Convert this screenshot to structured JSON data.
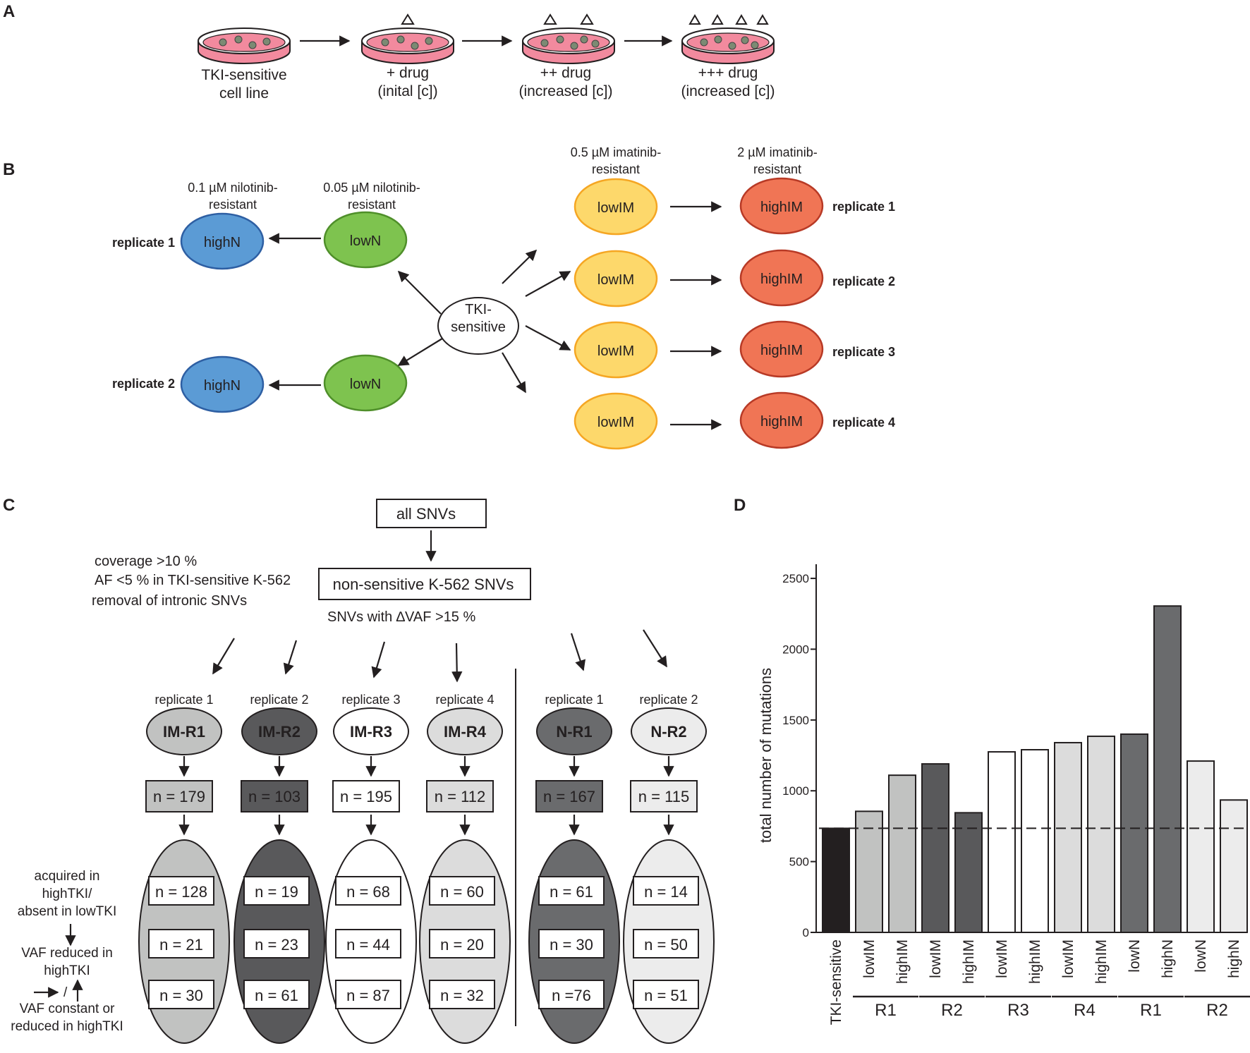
{
  "panels": {
    "a": "A",
    "b": "B",
    "c": "C",
    "d": "D"
  },
  "panel_a": {
    "steps": [
      {
        "line1": "TKI-sensitive",
        "line2": "cell line"
      },
      {
        "line1": "+ drug",
        "line2": "(inital [c])"
      },
      {
        "line1": "++ drug",
        "line2": "(increased [c])"
      },
      {
        "line1": "+++ drug",
        "line2": "(increased [c])"
      }
    ],
    "colors": {
      "dish_fill": "#f28a9e",
      "cell_fill": "#7c8a73"
    }
  },
  "panel_b": {
    "center": {
      "line1": "TKI-",
      "line2": "sensitive"
    },
    "nilotinib": {
      "high_header": {
        "line1": "0.1 µM nilotinib-",
        "line2": "resistant"
      },
      "low_header": {
        "line1": "0.05 µM nilotinib-",
        "line2": "resistant"
      },
      "rows": [
        {
          "replicate": "replicate 1",
          "high": "highN",
          "low": "lowN"
        },
        {
          "replicate": "replicate 2",
          "high": "highN",
          "low": "lowN"
        }
      ]
    },
    "imatinib": {
      "low_header": {
        "line1": "0.5 µM imatinib-",
        "line2": "resistant"
      },
      "high_header": {
        "line1": "2 µM imatinib-",
        "line2": "resistant"
      },
      "rows": [
        {
          "replicate": "replicate 1",
          "low": "lowIM",
          "high": "highIM"
        },
        {
          "replicate": "replicate 2",
          "low": "lowIM",
          "high": "highIM"
        },
        {
          "replicate": "replicate 3",
          "low": "lowIM",
          "high": "highIM"
        },
        {
          "replicate": "replicate 4",
          "low": "lowIM",
          "high": "highIM"
        }
      ]
    },
    "colors": {
      "highN": "#5b9bd5",
      "lowN": "#7ec34f",
      "lowIM": "#fdd86b",
      "highIM": "#f07555"
    }
  },
  "panel_c": {
    "top_box": "all SNVs",
    "filter_box": "non-sensitive K-562 SNVs",
    "filters": [
      "coverage >10 %",
      "AF <5 % in TKI-sensitive K-562",
      "removal of intronic SNVs"
    ],
    "delta_filter": "SNVs with ∆VAF >15 %",
    "columns": [
      {
        "replicate": "replicate 1",
        "name": "IM-R1",
        "total": "n = 179",
        "acquired": "n = 128",
        "reduced": "n =  21",
        "constant": "n = 30",
        "fill": "#c1c2c1",
        "box_fill": "#c1c2c1",
        "text": "#231f20"
      },
      {
        "replicate": "replicate 2",
        "name": "IM-R2",
        "total": "n = 103",
        "acquired": "n = 19",
        "reduced": "n = 23",
        "constant": "n = 61",
        "fill": "#59595b",
        "box_fill": "#59595b",
        "text": "#231f20"
      },
      {
        "replicate": "replicate 3",
        "name": "IM-R3",
        "total": "n = 195",
        "acquired": "n = 68",
        "reduced": "n = 44",
        "constant": "n = 87",
        "fill": "#ffffff",
        "box_fill": "#ffffff",
        "text": "#231f20"
      },
      {
        "replicate": "replicate 4",
        "name": "IM-R4",
        "total": "n = 112",
        "acquired": "n = 60",
        "reduced": "n = 20",
        "constant": "n = 32",
        "fill": "#dcdcdc",
        "box_fill": "#dcdcdc",
        "text": "#231f20"
      },
      {
        "replicate": "replicate 1",
        "name": "N-R1",
        "total": "n = 167",
        "acquired": "n = 61",
        "reduced": "n = 30",
        "constant": "n =76",
        "fill": "#6a6b6d",
        "box_fill": "#6a6b6d",
        "text": "#231f20"
      },
      {
        "replicate": "replicate 2",
        "name": "N-R2",
        "total": "n = 115",
        "acquired": "n = 14",
        "reduced": "n = 50",
        "constant": "n = 51",
        "fill": "#ececec",
        "box_fill": "#ececec",
        "text": "#231f20"
      }
    ],
    "legend": {
      "acquired": [
        "acquired in",
        "highTKI/",
        "absent in lowTKI"
      ],
      "reduced": [
        "VAF reduced in",
        "highTKI"
      ],
      "constant": [
        "VAF constant or",
        "reduced in highTKI"
      ],
      "slash": "/"
    }
  },
  "chart_data": {
    "type": "bar",
    "ylabel": "total number of mutations",
    "ylim": [
      0,
      2600
    ],
    "yticks": [
      0,
      500,
      1000,
      1500,
      2000,
      2500
    ],
    "reference_line": 735,
    "categories": [
      "TKI-sensitive",
      "lowIM",
      "highIM",
      "lowIM",
      "highIM",
      "lowIM",
      "highIM",
      "lowIM",
      "highIM",
      "lowN",
      "highN",
      "lowN",
      "highN"
    ],
    "values": [
      735,
      855,
      1110,
      1190,
      845,
      1275,
      1290,
      1340,
      1385,
      1400,
      2305,
      1210,
      935
    ],
    "colors": [
      "#231f20",
      "#c1c2c1",
      "#c1c2c1",
      "#59595b",
      "#59595b",
      "#ffffff",
      "#ffffff",
      "#dcdcdc",
      "#dcdcdc",
      "#6a6b6d",
      "#6a6b6d",
      "#ececec",
      "#ececec"
    ],
    "groups": [
      "R1",
      "R2",
      "R3",
      "R4",
      "R1",
      "R2"
    ]
  }
}
